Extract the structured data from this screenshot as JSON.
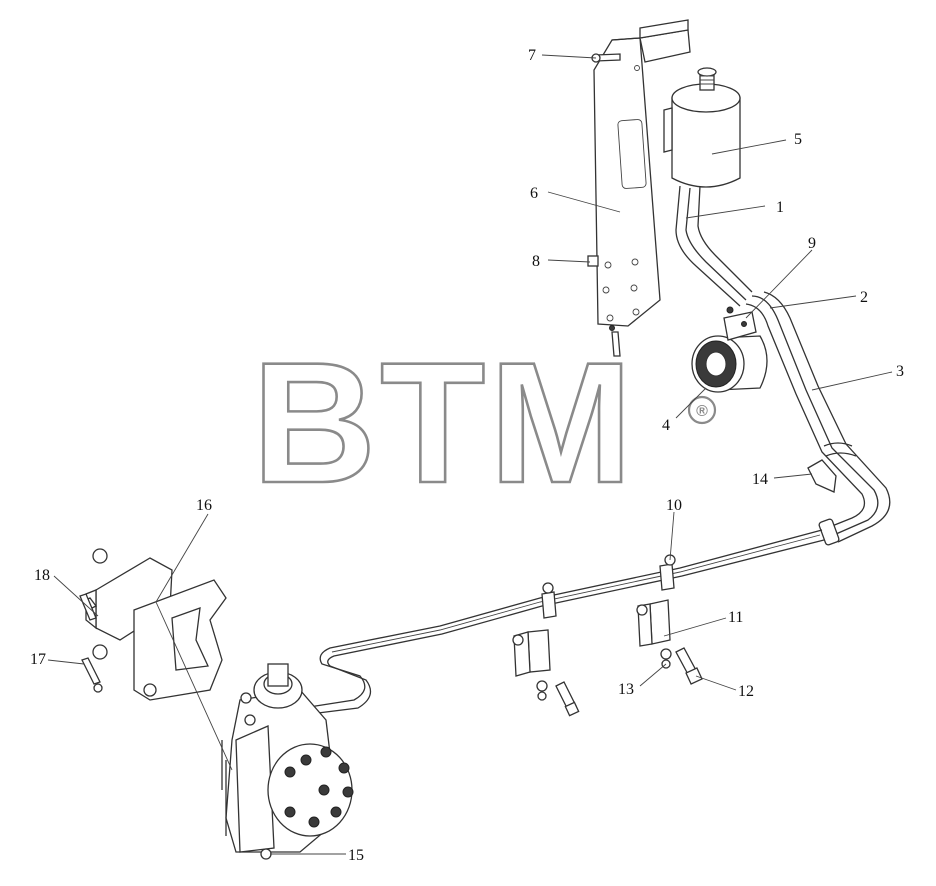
{
  "watermark": {
    "text": "BTM",
    "registered": "®"
  },
  "callouts": [
    {
      "id": "1",
      "label": "1"
    },
    {
      "id": "2",
      "label": "2"
    },
    {
      "id": "3",
      "label": "3"
    },
    {
      "id": "4",
      "label": "4"
    },
    {
      "id": "5",
      "label": "5"
    },
    {
      "id": "6",
      "label": "6"
    },
    {
      "id": "7",
      "label": "7"
    },
    {
      "id": "8",
      "label": "8"
    },
    {
      "id": "9",
      "label": "9"
    },
    {
      "id": "10",
      "label": "10"
    },
    {
      "id": "11",
      "label": "11"
    },
    {
      "id": "12",
      "label": "12"
    },
    {
      "id": "13",
      "label": "13"
    },
    {
      "id": "14",
      "label": "14"
    },
    {
      "id": "15",
      "label": "15"
    },
    {
      "id": "16",
      "label": "16"
    },
    {
      "id": "17",
      "label": "17"
    },
    {
      "id": "18",
      "label": "18"
    }
  ]
}
